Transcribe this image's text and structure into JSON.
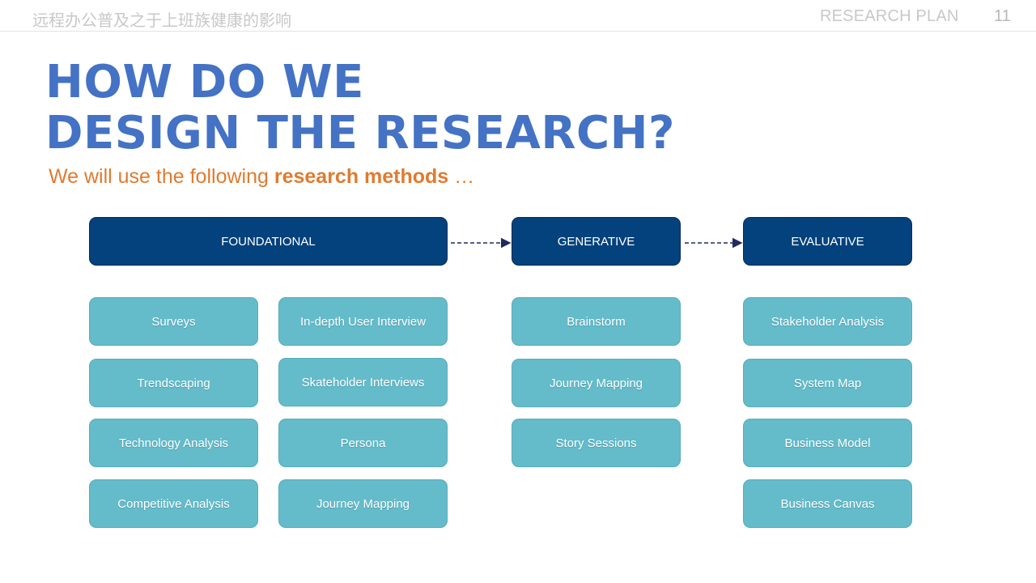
{
  "header": {
    "deck_title": "远程办公普及之于上班族健康的影响",
    "section": "RESEARCH PLAN",
    "page_number": "11"
  },
  "headline": {
    "line1": "HOW DO WE",
    "line2": "DESIGN THE RESEARCH?"
  },
  "subtitle": {
    "prefix": "We will use the following",
    "emphasis": "research methods",
    "suffix": "…"
  },
  "phases": {
    "foundational": "FOUNDATIONAL",
    "generative": "GENERATIVE",
    "evaluative": "EVALUATIVE"
  },
  "methods": {
    "foundational_a": [
      "Surveys",
      "Trendscaping",
      "Technology Analysis",
      "Competitive Analysis"
    ],
    "foundational_b": [
      "In-depth User Interview",
      "Skateholder Interviews",
      "Persona",
      "Journey Mapping"
    ],
    "generative": [
      "Brainstorm",
      "Journey Mapping",
      "Story Sessions"
    ],
    "evaluative": [
      "Stakeholder Analysis",
      "System Map",
      "Business Model",
      "Business Canvas"
    ]
  },
  "colors": {
    "headline": "#4472c4",
    "subtitle": "#e07b2f",
    "phase_box": "#03427d",
    "method_box": "#64bbca",
    "arrow": "#1f2a5e"
  }
}
